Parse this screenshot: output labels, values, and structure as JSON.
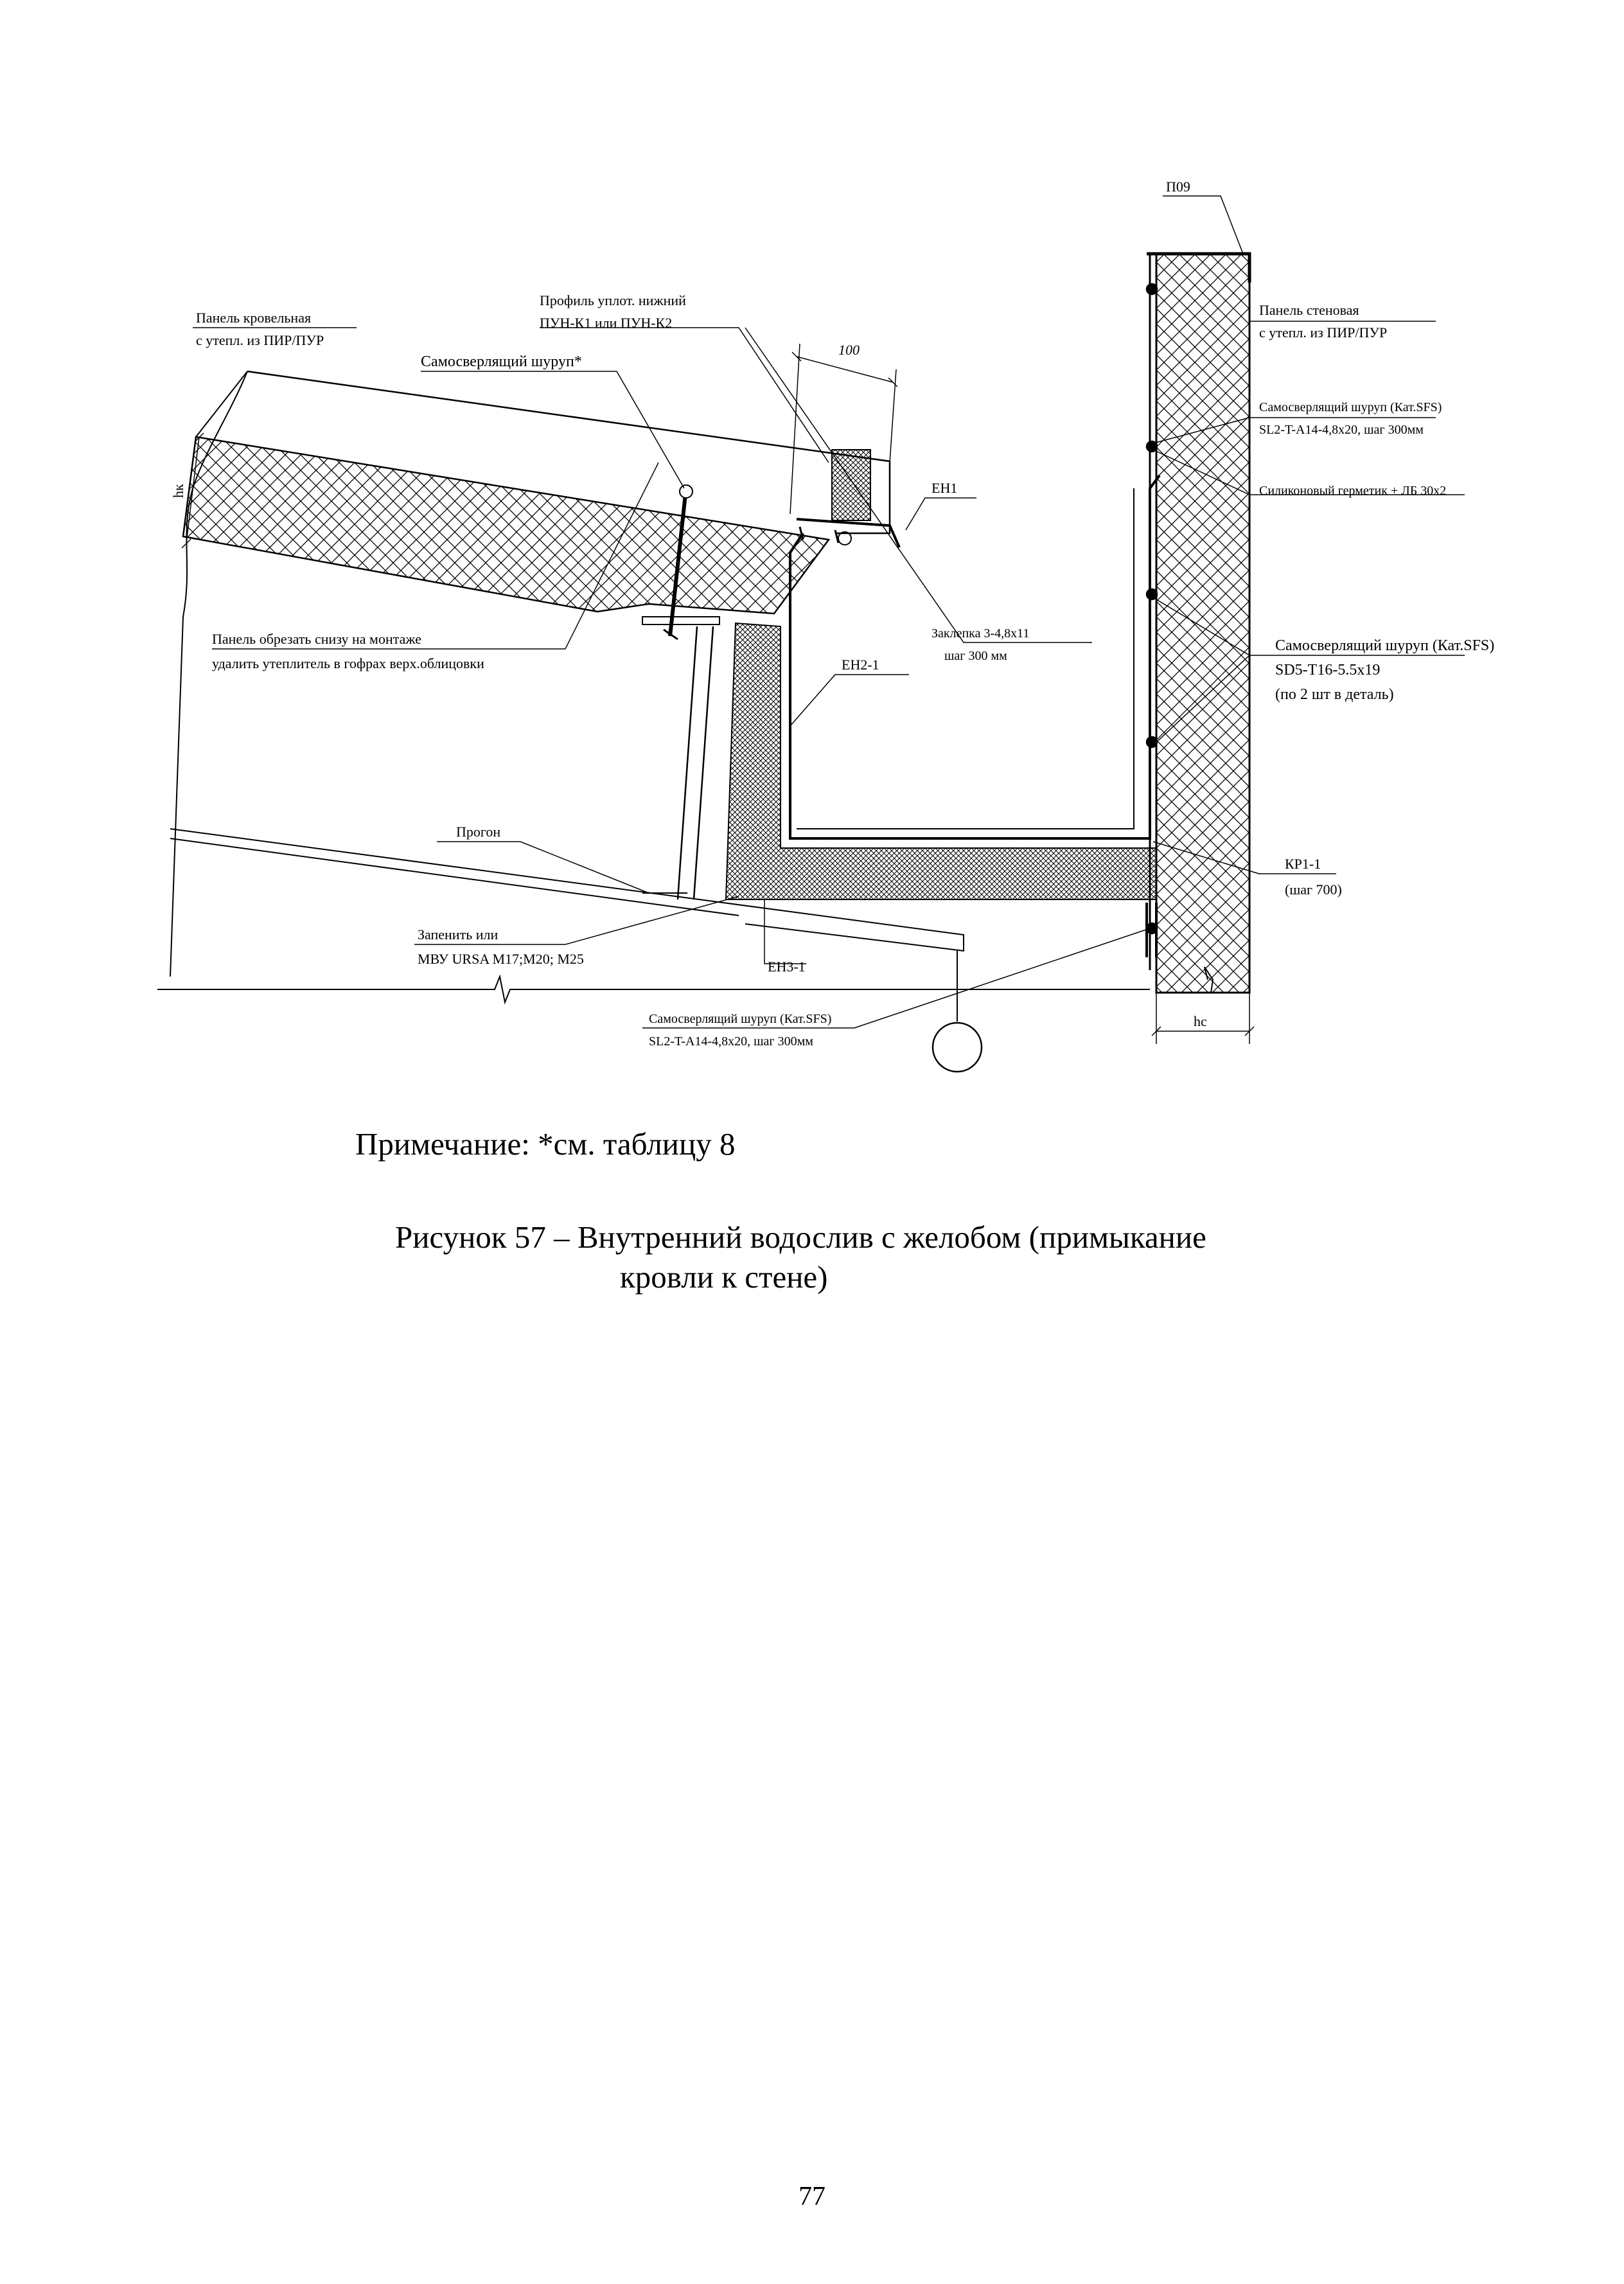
{
  "drawing": {
    "labels": {
      "p09": "П09",
      "roof_panel_1": "Панель кровельная",
      "roof_panel_2": "с утепл. из ПИР/ПУР",
      "seal_profile_1": "Профиль уплот. нижний",
      "seal_profile_2": "ПУН-К1 или ПУН-К2",
      "dim_100": "100",
      "screw_star": "Самосверлящий шуруп*",
      "wall_panel_1": "Панель стеновая",
      "wall_panel_2": "с утепл. из ПИР/ПУР",
      "screw_top_1": "Самосверлящий шуруп (Кат.SFS)",
      "screw_top_2": "SL2-T-A14-4,8x20, шаг 300мм",
      "sealant": "Силиконовый герметик + ЛБ 30x2",
      "eh1": "ЕН1",
      "hk": "hк",
      "rivet_1": "Заклепка 3-4,8x11",
      "rivet_2": "шаг 300 мм",
      "cut_1": "Панель обрезать снизу на монтаже",
      "cut_2": "удалить утеплитель в гофрах верх.облицовки",
      "eh2": "ЕН2-1",
      "screw_mid_1": "Самосверлящий шуруп (Кат.SFS)",
      "screw_mid_2": "SD5-T16-5.5x19",
      "screw_mid_3": "(по 2 шт в деталь)",
      "purlin": "Прогон",
      "kp1_1": "КР1-1",
      "kp1_2": "(шаг 700)",
      "foam_1": "Запенить или",
      "foam_2": "МВУ URSA М17;М20; М25",
      "eh3": "ЕН3-1",
      "screw_bot_1": "Самосверлящий шуруп (Кат.SFS)",
      "screw_bot_2": "SL2-T-A14-4,8x20, шаг 300мм",
      "hc": "hc"
    }
  },
  "note": "Примечание: *см. таблицу 8",
  "caption": {
    "line1": "Рисунок 57 – Внутренний водослив с желобом (примыкание",
    "line2": "кровли к стене)"
  },
  "page_number": "77"
}
